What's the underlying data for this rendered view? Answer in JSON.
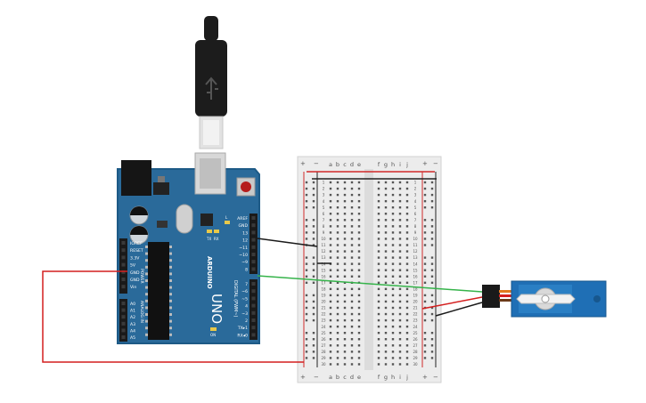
{
  "colors": {
    "arduino_blue": "#2a6a9a",
    "arduino_dark": "#1d5a86",
    "breadboard": "#ececec",
    "rail_red": "#d12a2a",
    "rail_black": "#222222",
    "wire_red": "#d41f1f",
    "wire_black": "#1a1a1a",
    "wire_green": "#35b34a",
    "servo_blue": "#1f6fb5",
    "usb_black": "#1c1c1c"
  },
  "arduino": {
    "brand": "ARDUINO",
    "model": "UNO",
    "on_label": "ON",
    "tx_label": "TX",
    "rx_label": "RX",
    "l_label": "L",
    "digital_label": "DIGITAL (PWM~)",
    "power_label": "POWER",
    "analog_label": "ANALOG IN",
    "power_pins": [
      "IOREF",
      "RESET",
      "3.3V",
      "5V",
      "GND",
      "GND",
      "Vin"
    ],
    "analog_pins": [
      "A0",
      "A1",
      "A2",
      "A3",
      "A4",
      "A5"
    ],
    "digital_pins_top": [
      "AREF",
      "GND",
      "13",
      "12",
      "~11",
      "~10",
      "~9",
      "8"
    ],
    "digital_pins_bottom": [
      "7",
      "~6",
      "~5",
      "4",
      "~3",
      "2",
      "TX▸1",
      "RX◂0"
    ]
  },
  "breadboard": {
    "columns_left": [
      "a",
      "b",
      "c",
      "d",
      "e"
    ],
    "columns_right": [
      "f",
      "g",
      "h",
      "i",
      "j"
    ],
    "plus": "+",
    "minus": "−",
    "rows": 30
  },
  "toolbar": {},
  "servo": {
    "icon": "servo-icon"
  }
}
